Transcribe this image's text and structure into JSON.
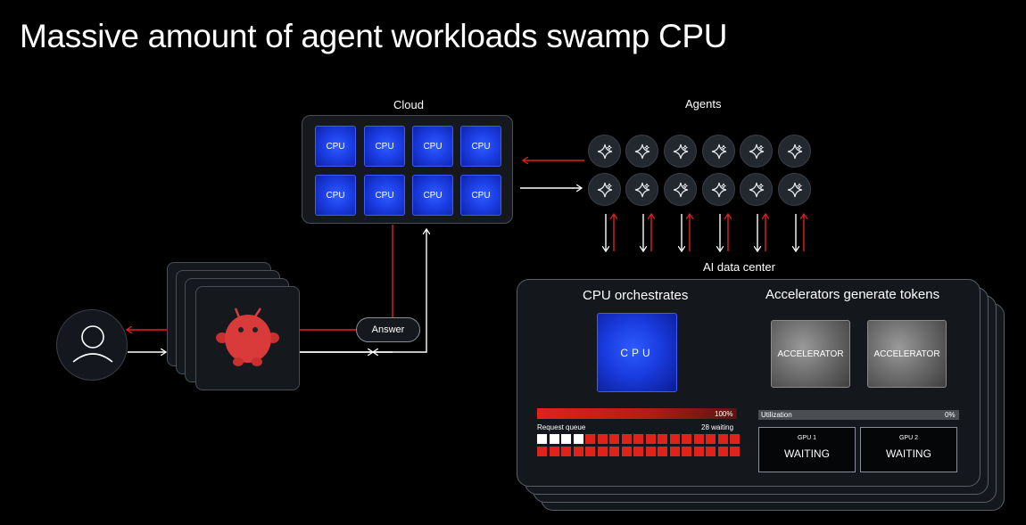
{
  "title": "Massive amount of agent workloads swamp CPU",
  "cloud": {
    "label": "Cloud",
    "chips": [
      "CPU",
      "CPU",
      "CPU",
      "CPU",
      "CPU",
      "CPU",
      "CPU",
      "CPU"
    ]
  },
  "agents": {
    "label": "Agents",
    "rows": 2,
    "per_row": 6
  },
  "answer_label": "Answer",
  "datacenter": {
    "label": "AI data center",
    "cpu_heading": "CPU orchestrates",
    "acc_heading": "Accelerators generate tokens",
    "cpu_chip": "CPU",
    "accelerators": [
      "ACCELERATOR",
      "ACCELERATOR"
    ],
    "cpu_usage": "100%",
    "cpu_usage_fraction": 1.0,
    "queue_label": "Request queue",
    "queue_status": "28 waiting",
    "queue_total": 34,
    "queue_idle_cells": 4,
    "util_label": "Utilization",
    "util_value": "0%",
    "util_fraction": 0.0,
    "gpus": [
      {
        "name": "GPU 1",
        "status": "WAITING"
      },
      {
        "name": "GPU 2",
        "status": "WAITING"
      }
    ]
  },
  "colors": {
    "cpu_blue": "#1c3fe6",
    "alert_red": "#e0231a",
    "accelerator_gray": "#6f6f6f",
    "background": "#000000"
  }
}
